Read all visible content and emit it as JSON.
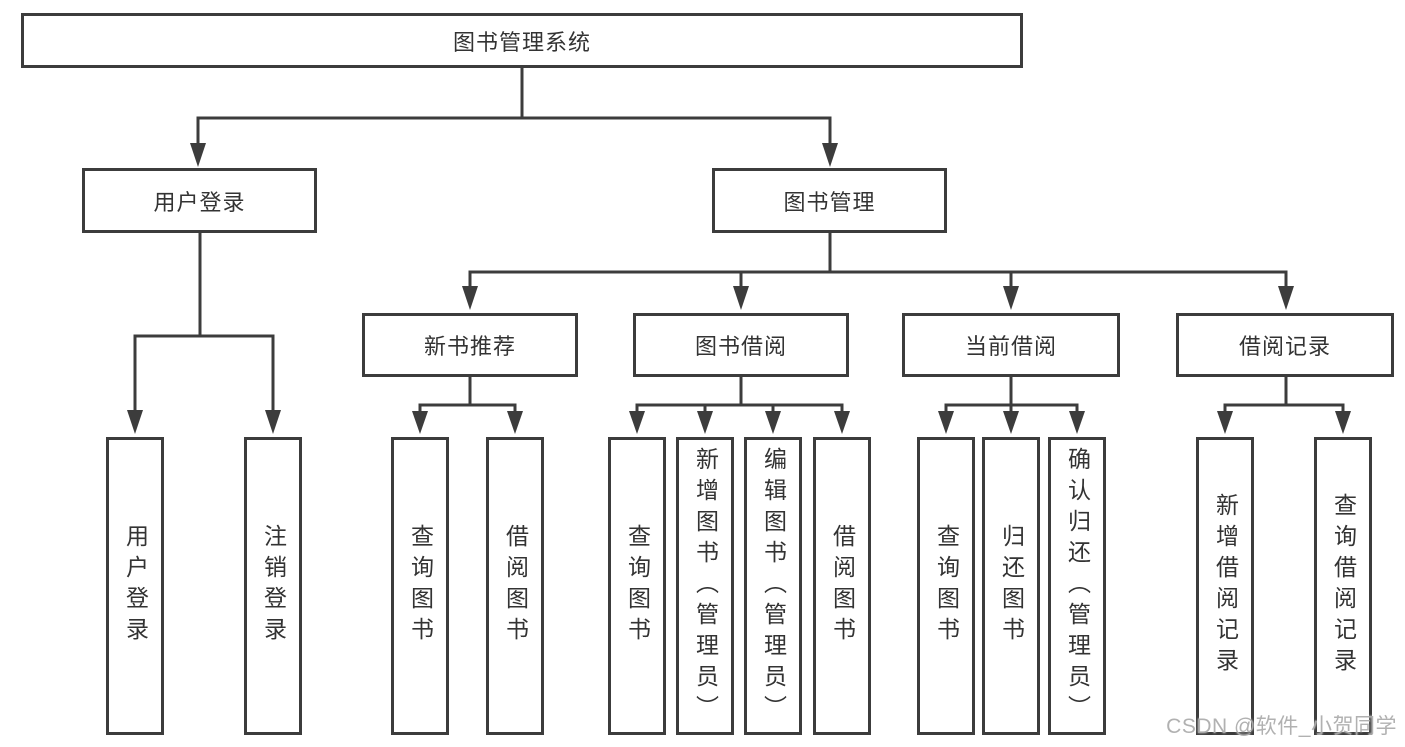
{
  "tree": {
    "root": {
      "label": "图书管理系统",
      "children": [
        {
          "label": "用户登录",
          "children": [
            {
              "label": "用户登录"
            },
            {
              "label": "注销登录"
            }
          ]
        },
        {
          "label": "图书管理",
          "children": [
            {
              "label": "新书推荐",
              "children": [
                {
                  "label": "查询图书"
                },
                {
                  "label": "借阅图书"
                }
              ]
            },
            {
              "label": "图书借阅",
              "children": [
                {
                  "label": "查询图书"
                },
                {
                  "label": "新增图书（管理员）"
                },
                {
                  "label": "编辑图书（管理员）"
                },
                {
                  "label": "借阅图书"
                }
              ]
            },
            {
              "label": "当前借阅",
              "children": [
                {
                  "label": "查询图书"
                },
                {
                  "label": "归还图书"
                },
                {
                  "label": "确认归还（管理员）"
                }
              ]
            },
            {
              "label": "借阅记录",
              "children": [
                {
                  "label": "新增借阅记录"
                },
                {
                  "label": "查询借阅记录"
                }
              ]
            }
          ]
        }
      ]
    }
  },
  "watermark": {
    "text": "CSDN @软件_小贺同学"
  },
  "colors": {
    "line": "#3c3c3c",
    "text": "#333333",
    "background": "#ffffff",
    "watermark": "#a8a8a8"
  }
}
